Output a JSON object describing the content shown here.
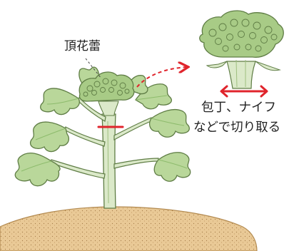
{
  "labels": {
    "terminal_bud": "頂花蕾",
    "cut_line1": "包丁、ナイフ",
    "cut_line2": "などで切り取る"
  },
  "colors": {
    "leaf_fill": "#b9d79a",
    "leaf_dark": "#8dbb6c",
    "leaf_outline": "#5f7d45",
    "stem_fill": "#dbe9c9",
    "soil": "#e9c996",
    "cut_mark": "#e0242c",
    "text": "#222222"
  }
}
